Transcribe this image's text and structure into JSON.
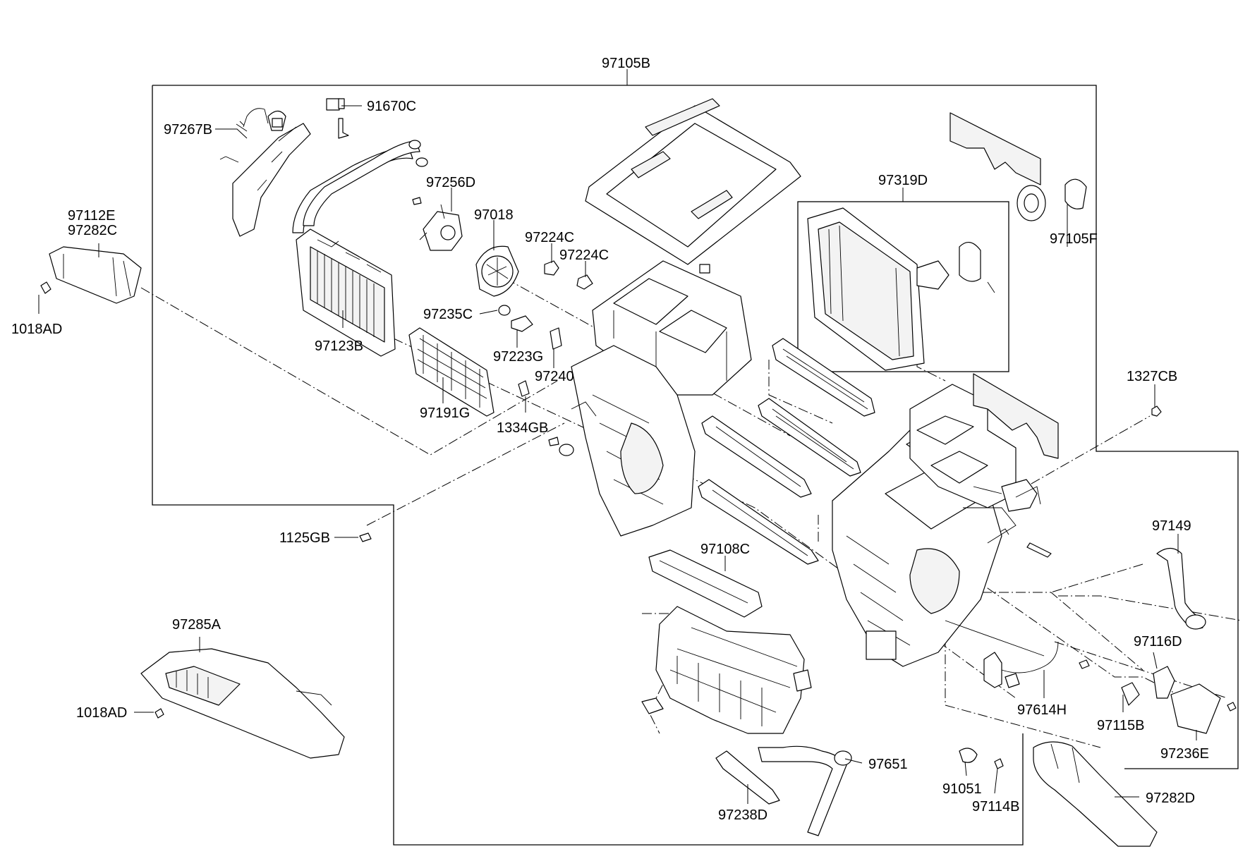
{
  "parts": [
    {
      "id": "p97105B",
      "label": "97105B"
    },
    {
      "id": "p91670C",
      "label": "91670C"
    },
    {
      "id": "p97267B",
      "label": "97267B"
    },
    {
      "id": "p97256D",
      "label": "97256D"
    },
    {
      "id": "p97018",
      "label": "97018"
    },
    {
      "id": "p97224C_a",
      "label": "97224C"
    },
    {
      "id": "p97224C_b",
      "label": "97224C"
    },
    {
      "id": "p97319D",
      "label": "97319D"
    },
    {
      "id": "p97105F",
      "label": "97105F"
    },
    {
      "id": "p97112E",
      "label": "97112E"
    },
    {
      "id": "p97282C",
      "label": "97282C"
    },
    {
      "id": "p1018AD_a",
      "label": "1018AD"
    },
    {
      "id": "p97123B",
      "label": "97123B"
    },
    {
      "id": "p97235C",
      "label": "97235C"
    },
    {
      "id": "p97223G",
      "label": "97223G"
    },
    {
      "id": "p97240",
      "label": "97240"
    },
    {
      "id": "p97191G",
      "label": "97191G"
    },
    {
      "id": "p1334GB",
      "label": "1334GB"
    },
    {
      "id": "p1327CB",
      "label": "1327CB"
    },
    {
      "id": "p1125GB",
      "label": "1125GB"
    },
    {
      "id": "p97108C",
      "label": "97108C"
    },
    {
      "id": "p97149",
      "label": "97149"
    },
    {
      "id": "p97285A",
      "label": "97285A"
    },
    {
      "id": "p1018AD_b",
      "label": "1018AD"
    },
    {
      "id": "p97116D",
      "label": "97116D"
    },
    {
      "id": "p97614H",
      "label": "97614H"
    },
    {
      "id": "p97115B",
      "label": "97115B"
    },
    {
      "id": "p97236E",
      "label": "97236E"
    },
    {
      "id": "p97651",
      "label": "97651"
    },
    {
      "id": "p91051",
      "label": "91051"
    },
    {
      "id": "p97238D",
      "label": "97238D"
    },
    {
      "id": "p97114B",
      "label": "97114B"
    },
    {
      "id": "p97282D",
      "label": "97282D"
    }
  ]
}
